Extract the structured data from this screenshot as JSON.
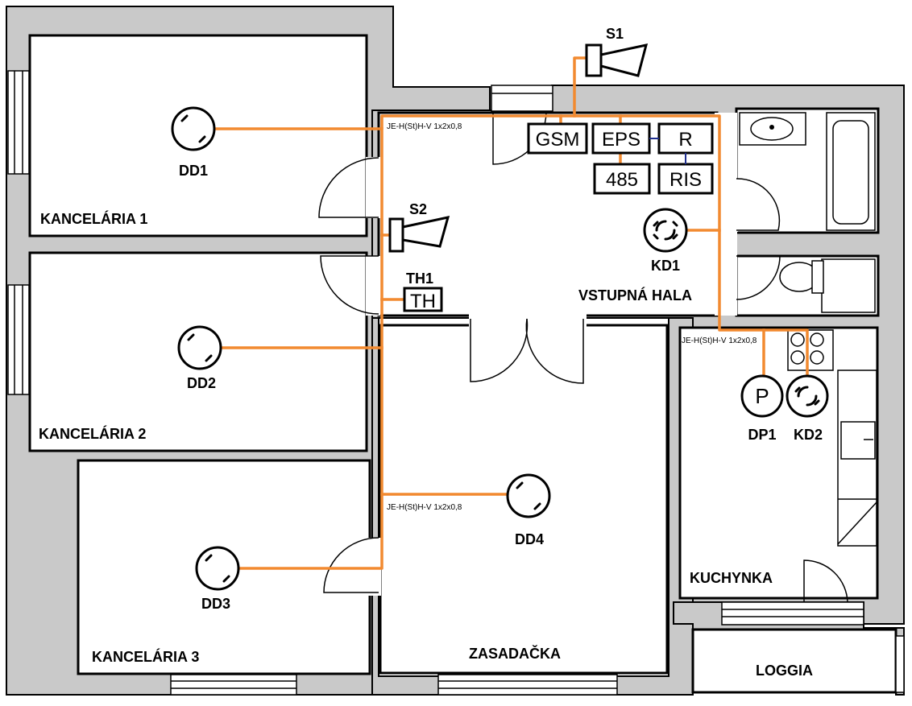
{
  "rooms": {
    "k1": "KANCELÁRIA 1",
    "k2": "KANCELÁRIA 2",
    "k3": "KANCELÁRIA 3",
    "hall": "VSTUPNÁ HALA",
    "zas": "ZASADAČKA",
    "kuch": "KUCHYNKA",
    "loggia": "LOGGIA"
  },
  "devices": {
    "dd1": "DD1",
    "dd2": "DD2",
    "dd3": "DD3",
    "dd4": "DD4",
    "kd1": "KD1",
    "kd2": "KD2",
    "dp1": "DP1",
    "dp1_symbol": "P",
    "s1": "S1",
    "s2": "S2",
    "th1": "TH1",
    "th_box": "TH"
  },
  "panels": {
    "gsm": "GSM",
    "eps": "EPS",
    "r": "R",
    "p485": "485",
    "ris": "RIS"
  },
  "cables": {
    "c1": "JE-H(St)H-V 1x2x0,8",
    "c2": "JE-H(St)H-V 1x2x0,8",
    "c3": "JE-H(St)H-V 1x2x0,8"
  },
  "colors": {
    "cable": "#f28a30",
    "wall": "#c9c9c9",
    "link": "#1f2f8f"
  }
}
